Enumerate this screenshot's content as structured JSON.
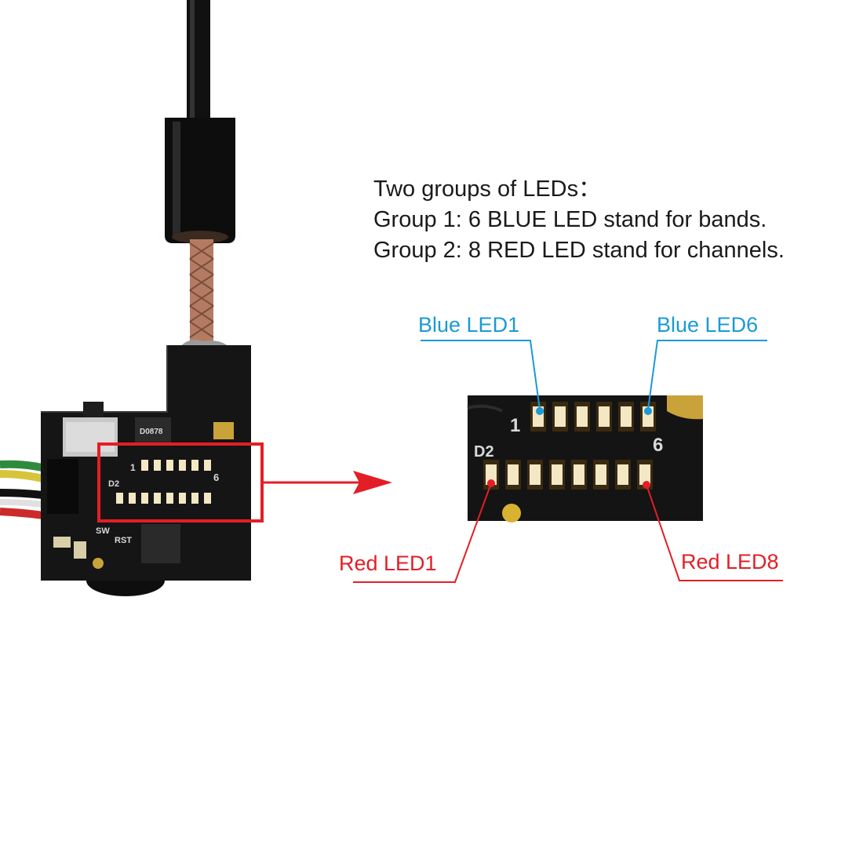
{
  "intro": {
    "heading": "Two groups of LEDs：",
    "group1": "Group 1: 6 BLUE LED stand for bands.",
    "group2": "Group 2: 8 RED LED stand for channels."
  },
  "callouts": {
    "blue_led1": "Blue LED1",
    "blue_led6": "Blue LED6",
    "red_led1": "Red LED1",
    "red_led8": "Red LED8"
  },
  "silkscreen": {
    "band_start": "1",
    "band_end": "6",
    "designator": "D2",
    "chip_mark": "D0878",
    "rst": "RST",
    "sw": "SW"
  },
  "colors": {
    "blue": "#1a9ad6",
    "red": "#e41e26",
    "pcb": "#151515",
    "led": "#f3e7c4",
    "highlight_box": "#e41e26"
  },
  "led_counts": {
    "blue": 6,
    "red": 8
  }
}
